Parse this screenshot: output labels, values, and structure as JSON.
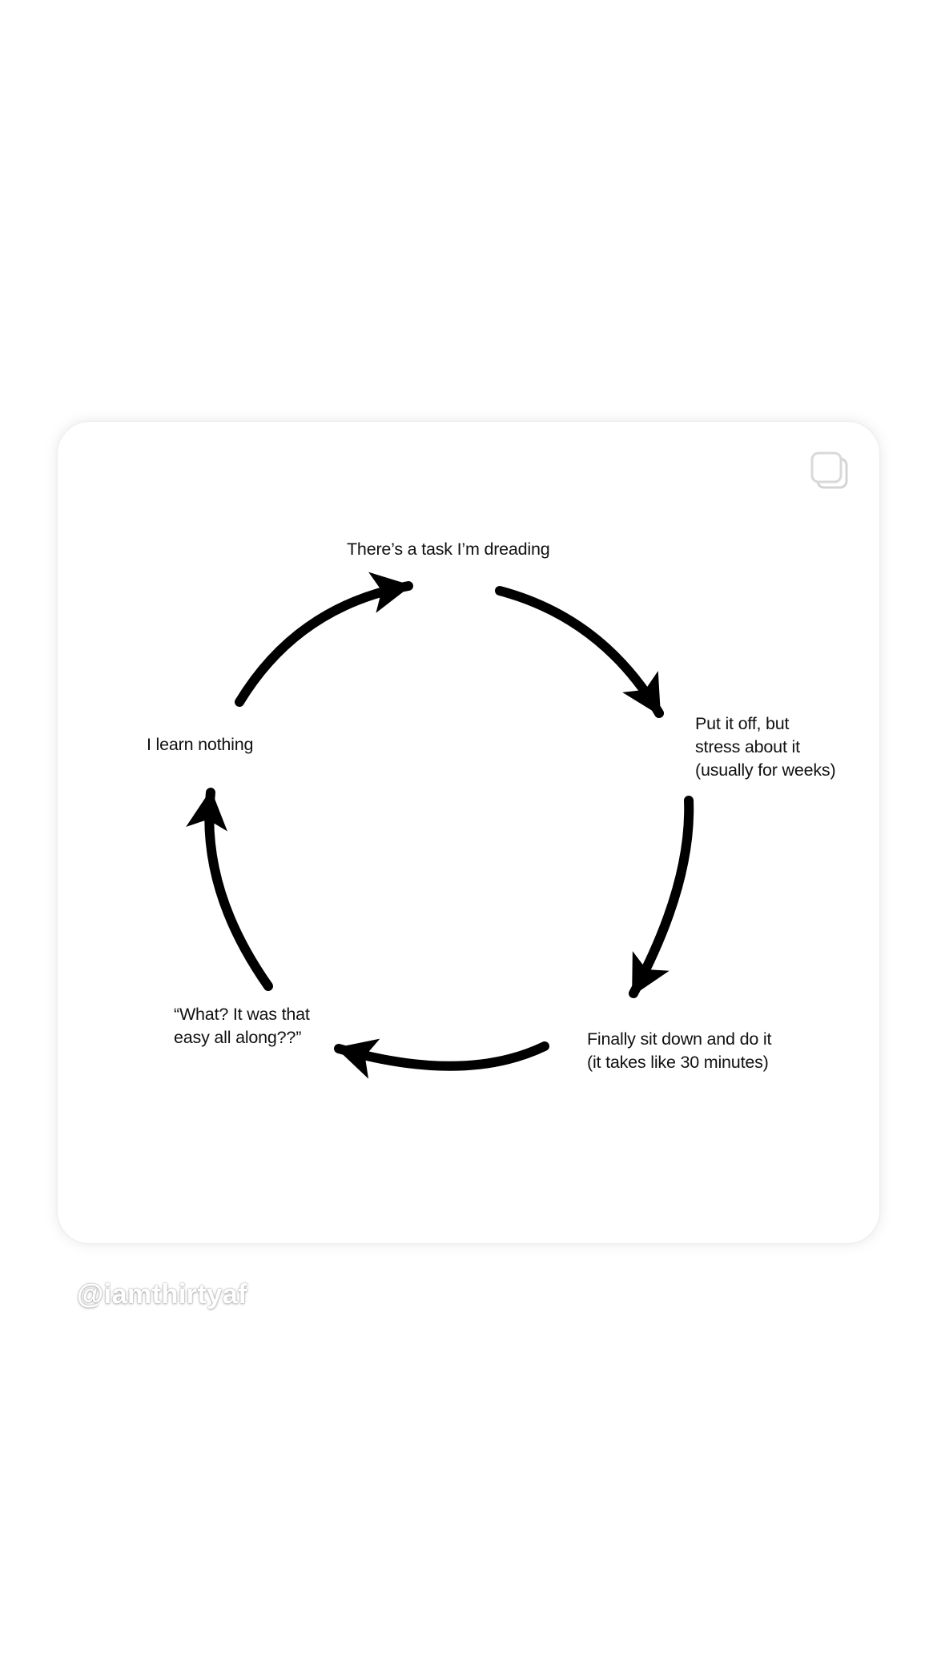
{
  "post": {
    "media_type_icon": "multiple-images-icon"
  },
  "cycle": {
    "steps": [
      {
        "label": "There’s a task I’m dreading"
      },
      {
        "label": "Put it off, but\nstress about it\n(usually for weeks)"
      },
      {
        "label": "Finally sit down and do it\n(it takes like 30 minutes)"
      },
      {
        "label": "“What? It was that\neasy all along??”"
      },
      {
        "label": "I learn nothing"
      }
    ],
    "arrow_color": "#000000"
  },
  "watermark": {
    "handle": "@iamthirtyaf"
  }
}
